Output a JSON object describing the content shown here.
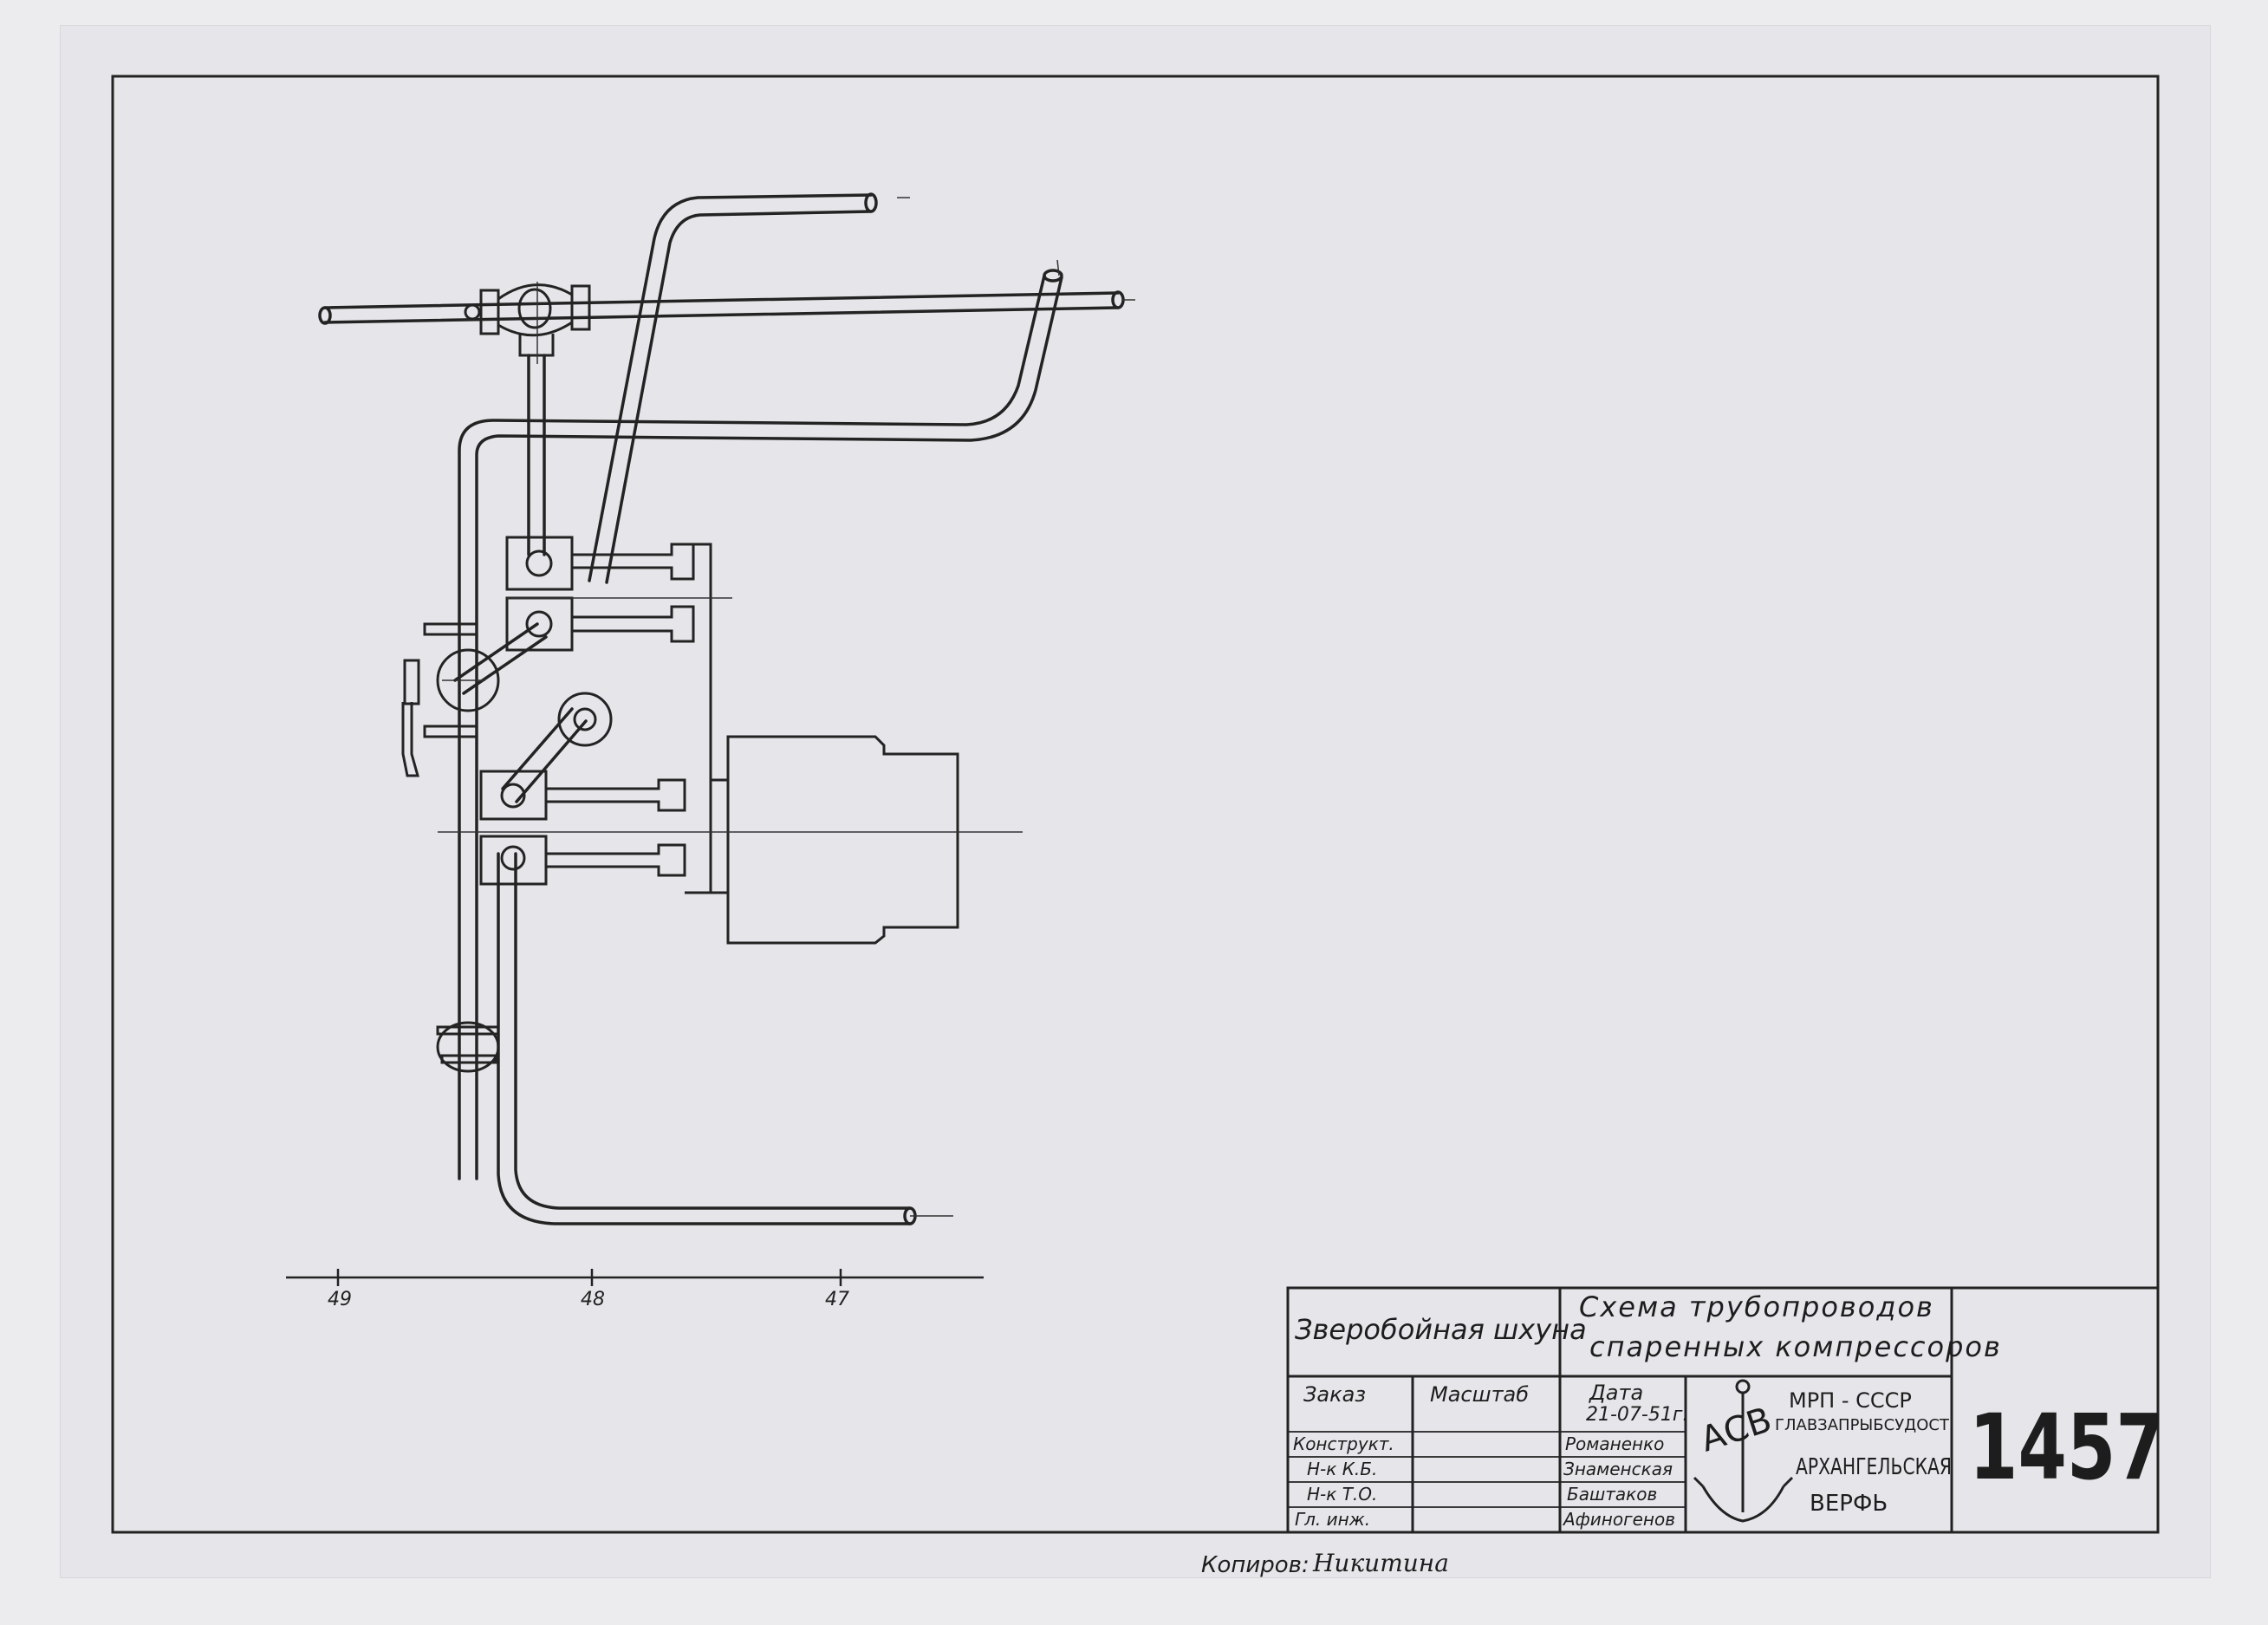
{
  "axis": {
    "frames": [
      "49",
      "48",
      "47"
    ]
  },
  "title_block": {
    "vessel": "Зверобойная шхуна",
    "title_line1": "Схема трубопроводов",
    "title_line2": "спаренных компрессоров",
    "order_label": "Заказ",
    "scale_label": "Масштаб",
    "date_label": "Дата",
    "date_value": "21-07-51г.",
    "roles": [
      {
        "role": "Конструкт.",
        "name": "Романенко"
      },
      {
        "role": "Н-к К.Б.",
        "name": "Знаменская"
      },
      {
        "role": "Н-к Т.О.",
        "name": "Баштаков"
      },
      {
        "role": "Гл. инж.",
        "name": "Афиногенов"
      }
    ],
    "logo_letters": "АСВ",
    "org_line1": "МРП - СССР",
    "org_line2": "ГЛАВЗАПРЫБСУДОСТ.",
    "org_line3": "АРХАНГЕЛЬСКАЯ",
    "org_line4": "ВЕРФЬ",
    "sheet_number": "1457"
  },
  "copier": {
    "label": "Копиров:",
    "signature": "Никитина"
  },
  "colors": {
    "ink": "#232323",
    "paper": "#e6e5e9"
  }
}
